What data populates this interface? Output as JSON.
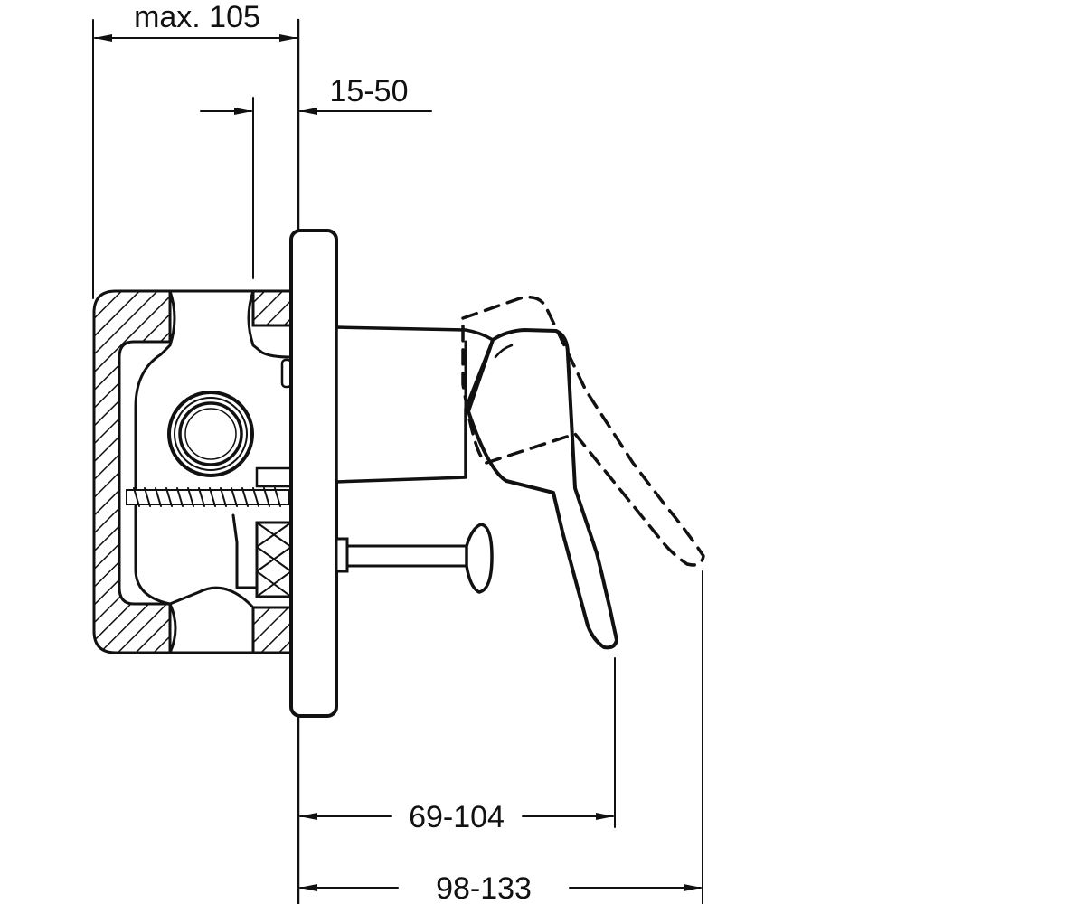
{
  "dimensions": {
    "top_depth": "max. 105",
    "plaster_range": "15-50",
    "lever_front": "69-104",
    "lever_open": "98-133"
  },
  "colors": {
    "ink": "#111111",
    "paper": "#ffffff"
  },
  "icons": {
    "arrowhead": "arrowhead-icon",
    "hatch": "hatch-pattern"
  }
}
